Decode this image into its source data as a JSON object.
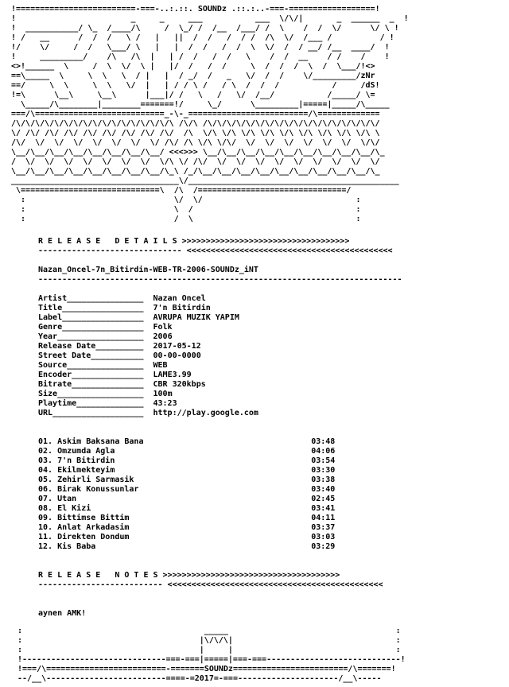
{
  "header": {
    "brand": "SOUNDz"
  },
  "release_details_heading": "R E L E A S E   D E T A I L S",
  "release_name": "Nazan_Oncel-7n_Bitirdin-WEB-TR-2006-SOUNDz_iNT",
  "info": [
    {
      "key": "Artist",
      "value": "Nazan Oncel"
    },
    {
      "key": "Title",
      "value": "7'n Bitirdin"
    },
    {
      "key": "Label",
      "value": "AVRUPA MUZIK YAPIM"
    },
    {
      "key": "Genre",
      "value": "Folk"
    },
    {
      "key": "Year",
      "value": "2006"
    },
    {
      "key": "Release Date",
      "value": "2017-05-12"
    },
    {
      "key": "Street Date",
      "value": "00-00-0000"
    },
    {
      "key": "Source",
      "value": "WEB"
    },
    {
      "key": "Encoder",
      "value": "LAME3.99"
    },
    {
      "key": "Bitrate",
      "value": "CBR 320kbps"
    },
    {
      "key": "Size",
      "value": "100m"
    },
    {
      "key": "Playtime",
      "value": "43:23"
    },
    {
      "key": "URL",
      "value": "http://play.google.com"
    }
  ],
  "tracks": [
    {
      "num": "01.",
      "title": "Askim Baksana Bana",
      "time": "03:48"
    },
    {
      "num": "02.",
      "title": "Omzumda Agla",
      "time": "04:06"
    },
    {
      "num": "03.",
      "title": "7'n Bitirdin",
      "time": "03:54"
    },
    {
      "num": "04.",
      "title": "Ekilmekteyim",
      "time": "03:30"
    },
    {
      "num": "05.",
      "title": "Zehirli Sarmasik",
      "time": "03:38"
    },
    {
      "num": "06.",
      "title": "Birak Konussunlar",
      "time": "03:40"
    },
    {
      "num": "07.",
      "title": "Utan",
      "time": "02:45"
    },
    {
      "num": "08.",
      "title": "El Kizi",
      "time": "03:41"
    },
    {
      "num": "09.",
      "title": "Bittimse Bittim",
      "time": "04:11"
    },
    {
      "num": "10.",
      "title": "Anlat Arkadasim",
      "time": "03:37"
    },
    {
      "num": "11.",
      "title": "Direkten Dondum",
      "time": "03:03"
    },
    {
      "num": "12.",
      "title": "Kis Baba",
      "time": "03:29"
    }
  ],
  "release_notes_heading": "R E L E A S E   N O T E S",
  "notes": "aynen AMK!",
  "footer": {
    "brand": "SOUNDz",
    "year": "2017"
  }
}
